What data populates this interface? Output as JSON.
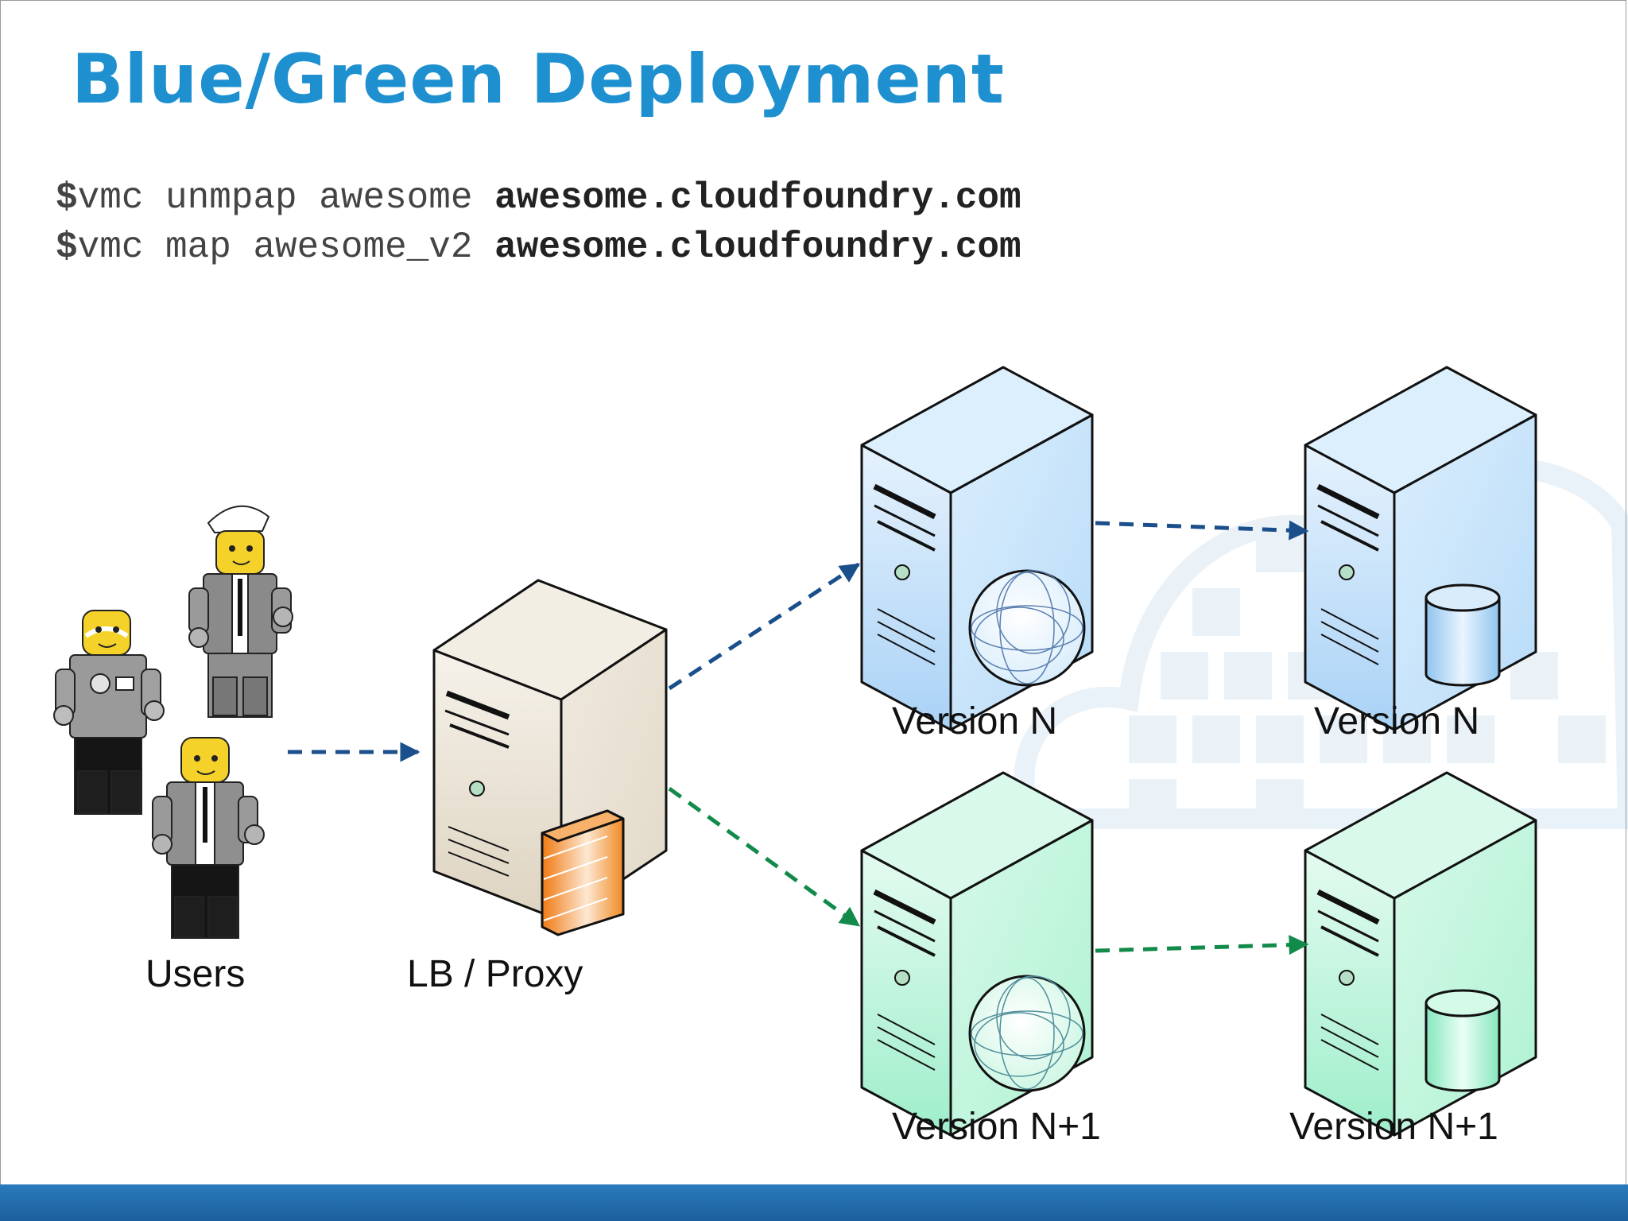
{
  "slide": {
    "title": "Blue/Green Deployment",
    "commands": [
      {
        "prompt": "$",
        "command": "vmc unmpap awesome ",
        "host": "awesome.cloudfoundry.com"
      },
      {
        "prompt": "$",
        "command": "vmc map awesome_v2 ",
        "host": "awesome.cloudfoundry.com"
      }
    ]
  },
  "diagram": {
    "nodes": {
      "users": {
        "label": "Users",
        "icon": "users-minifigures-icon"
      },
      "proxy": {
        "label": "LB / Proxy",
        "icon": "firewall-server-icon"
      },
      "web_n": {
        "label": "Version N",
        "icon": "web-server-icon"
      },
      "db_n": {
        "label": "Version N",
        "icon": "database-server-icon"
      },
      "web_n1": {
        "label": "Version N+1",
        "icon": "web-server-icon"
      },
      "db_n1": {
        "label": "Version N+1",
        "icon": "database-server-icon"
      }
    },
    "colors": {
      "title": "#1e90d0",
      "blue_arrow": "#1a4f8c",
      "green_arrow": "#118a4a",
      "blue_server": "#cde7fb",
      "green_server": "#c7f5df",
      "proxy_server": "#ece5d6",
      "firewall": "#f08a24",
      "bottom_bar": "#2a7bbd"
    }
  }
}
